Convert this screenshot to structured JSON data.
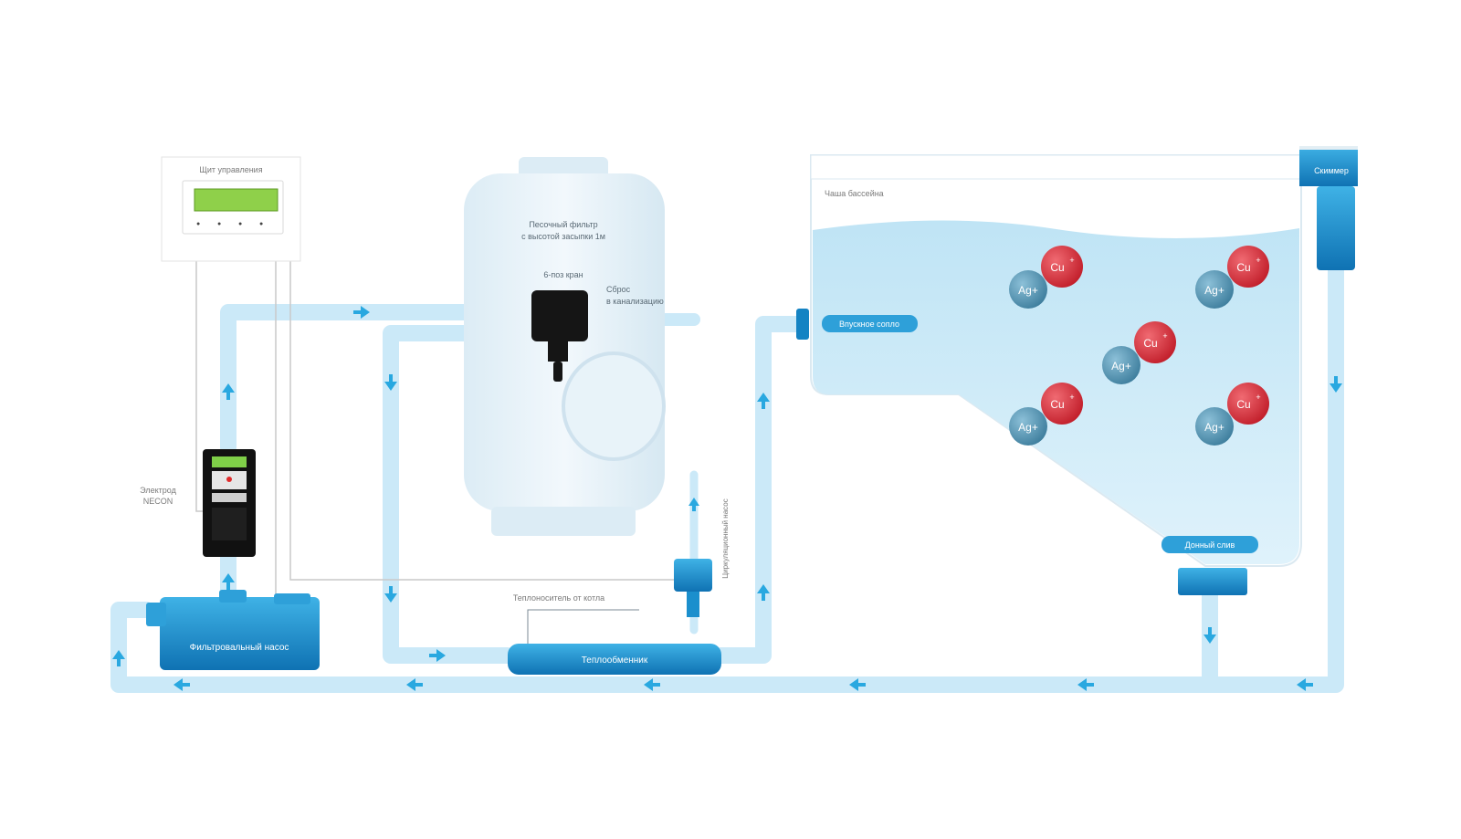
{
  "control_panel": {
    "title": "Щит управления",
    "buttons": [
      "●",
      "●",
      "●",
      "●"
    ]
  },
  "electrode": {
    "label_line1": "Электрод",
    "label_line2": "NECON"
  },
  "filter": {
    "title_line1": "Песочный фильтр",
    "title_line2": "с высотой засыпки 1м",
    "valve_label": "6-поз кран",
    "drain_line1": "Сброс",
    "drain_line2": "в канализацию"
  },
  "pump": {
    "label": "Фильтровальный насос"
  },
  "circ_pump": {
    "label": "Циркуляционный насос"
  },
  "heat_carrier": {
    "label": "Теплоноситель от котла"
  },
  "heat_exchanger": {
    "label": "Теплообменник"
  },
  "pool": {
    "label": "Чаша бассейна",
    "inlet_label": "Впускное сопло",
    "bottom_drain_label": "Донный слив",
    "skimmer_label": "Скиммер",
    "ion_cu": "Cu",
    "ion_cu_charge": "+",
    "ion_ag": "Ag+"
  },
  "colors": {
    "pipe": "#cbe9f8",
    "arrow": "#29a8e0",
    "equipment": "#1483c3",
    "equipment_light": "#2fa6dd",
    "water": "#c8e8f6",
    "cu": "#d8313c",
    "ag": "#4f93b3"
  }
}
